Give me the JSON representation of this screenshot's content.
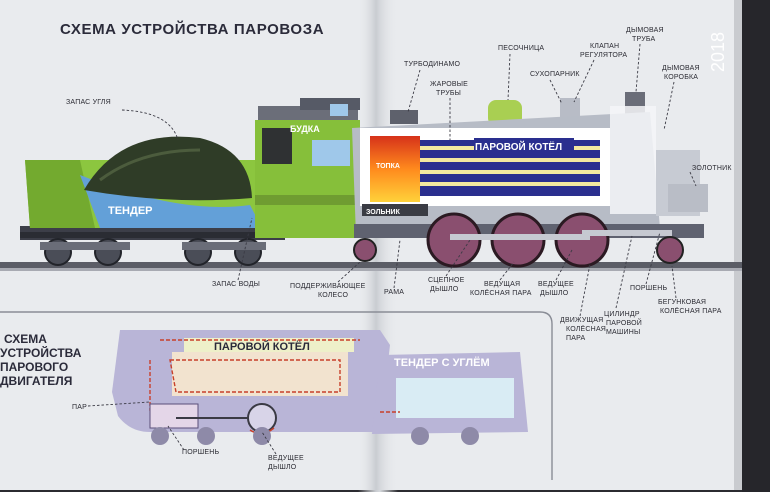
{
  "diagram": {
    "title": "СХЕМА УСТРОЙСТВА ПАРОВОЗА",
    "tender": "ТЕНДЕР",
    "cab": "БУДКА",
    "boiler": "ПАРОВОЙ КОТЁЛ",
    "firebox": "ТОПКА",
    "ashpan": "ЗОЛЬНИК",
    "labels": {
      "coal": "ЗАПАС УГЛЯ",
      "turbogenerator": "ТУРБОДИНАМО",
      "firetubes_1": "ЖАРОВЫЕ",
      "firetubes_2": "ТРУБЫ",
      "sandbox": "ПЕСОЧНИЦА",
      "dry_pipe": "СУХОПАРНИК",
      "regulator_1": "КЛАПАН",
      "regulator_2": "РЕГУЛЯТОРА",
      "chimney_1": "ДЫМОВАЯ",
      "chimney_2": "ТРУБА",
      "smokebox_1": "ДЫМОВАЯ",
      "smokebox_2": "КОРОБКА",
      "valve": "ЗОЛОТНИК",
      "water": "ЗАПАС ВОДЫ",
      "support_wheel_1": "ПОДДЕРЖИВАЮЩЕЕ",
      "support_wheel_2": "КОЛЕСО",
      "frame": "РАМА",
      "coupling_rod_1": "СЦЕПНОЕ",
      "coupling_rod_2": "ДЫШЛО",
      "driving_pair_1": "ВЕДУЩАЯ",
      "driving_pair_2": "КОЛЁСНАЯ ПАРА",
      "driving_rod_1": "ВЕДУЩЕЕ",
      "driving_rod_2": "ДЫШЛО",
      "moving_pair_1": "ДВИЖУЩАЯ",
      "moving_pair_2": "КОЛЁСНАЯ",
      "moving_pair_3": "ПАРА",
      "moving_pair_4": "",
      "cylinder_1": "ЦИЛИНДР",
      "cylinder_2": "ПАРОВОЙ",
      "cylinder_3": "МАШИНЫ",
      "piston_top": "ПОРШЕНЬ",
      "running_pair_1": "БЕГУНКОВАЯ",
      "running_pair_2": "КОЛЁСНАЯ ПАРА"
    },
    "scheme_title_1": "СХЕМА",
    "scheme_title_2": "УСТРОЙСТВА",
    "scheme_title_3": "ПАРОВОГО",
    "scheme_title_4": "ДВИГАТЕЛЯ",
    "scheme_boiler": "ПАРОВОЙ КОТЁЛ",
    "scheme_tender": "ТЕНДЕР С УГЛЁМ",
    "scheme_labels": {
      "steam": "ПАР",
      "piston": "ПОРШЕНЬ",
      "driving_1": "ВЕДУЩЕЕ",
      "driving_2": "ДЫШЛО"
    },
    "year_stamp": "2018"
  }
}
